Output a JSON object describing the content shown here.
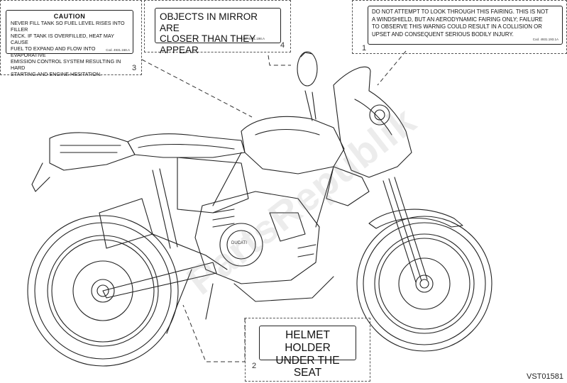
{
  "labels": {
    "fuel": {
      "number": "3",
      "title": "CAUTION",
      "lines": [
        "NEVER FILL TANK SO FUEL LEVEL RISES INTO FILLER",
        "NECK. IF TANK IS OVERFILLED, HEAT MAY CAUSE",
        "FUEL TO EXPAND AND FLOW INTO EVAPORATIVE",
        "EMISSION CONTROL SYSTEM RESULTING IN HARD",
        "STARTING AND ENGINE HESITATION."
      ],
      "code": "Cod. 4931.168.A"
    },
    "mirror": {
      "number": "4",
      "lines": [
        "OBJECTS IN MIRROR ARE",
        "CLOSER THAN THEY APPEAR"
      ],
      "code": "Cod. 4931.198.A"
    },
    "fairing": {
      "number": "1",
      "lines": [
        "DO NOT ATTEMPT TO LOOK THROUGH THIS FAIRING. THIS IS NOT",
        "A WINDSHIELD, BUT AN AERODYNAMIC FAIRING ONLY; FAILURE",
        "TO OBSERVE THIS WARNIG COULD RESULT IN A COLLISION OR",
        "UPSET AND CONSEQUENT SERIOUS BODILY INJURY."
      ],
      "code": "Cod. 4931.193.1A"
    },
    "helmet": {
      "number": "2",
      "lines": [
        "HELMET HOLDER",
        "UNDER THE SEAT"
      ]
    }
  },
  "engine_badge": "DUCATI",
  "watermark": "PartsRepublik",
  "reference_code": "VST01581"
}
